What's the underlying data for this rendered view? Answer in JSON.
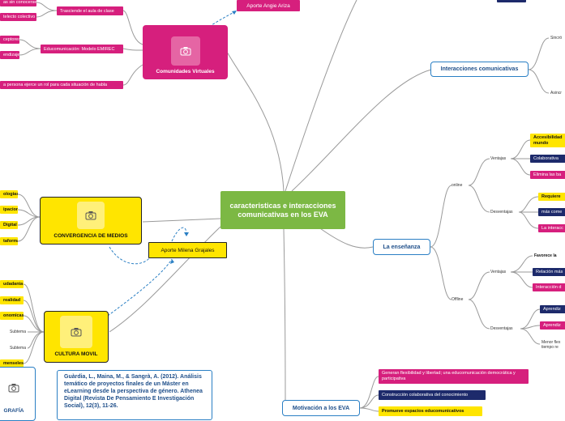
{
  "center": "caracteristicas e interacciones comunicativas en los EVA",
  "comunidades": {
    "title": "Comunidades Virtuales",
    "aporte": "Aporte Angie Ariza",
    "branch1": "Trasciende el aula de clase",
    "branch2": "Educomunicación: Modelo EMIREC",
    "leaf1": "as sin conocerse",
    "leaf2": "telecto colectivo",
    "leaf3": "ceptores",
    "leaf4": "endizaje",
    "leaf5": "a persona ejerce un rol para cada situación de habla"
  },
  "convergencia": {
    "title": "CONVERGENCIA DE MEDIOS",
    "aporte": "Aporte Milena Grajales",
    "leaf1": "ologias",
    "leaf2": "ipacion",
    "leaf3": "Digital",
    "leaf4": "taforma"
  },
  "cultura": {
    "title": "CULTURA MOVIL",
    "leaf1": "udadania",
    "leaf2": "realidad",
    "leaf3": "onomicas",
    "leaf4": "Subtema",
    "leaf5": "Subtema",
    "leaf6": "menseles"
  },
  "bibliografia": {
    "title": "GRAFÍA",
    "reference": "Guàrdia, L., Maina, M., & Sangrà, A. (2012). Análisis temático de proyectos finales de un Máster en eLearning desde la perspectiva de género. Athenea Digital (Revista De Pensamiento E Investigación Social), 12(3), 11-26."
  },
  "interacciones": {
    "title": "Interacciones comunicativas",
    "sub1": "Sincró",
    "sub2": "Asincr"
  },
  "ensenanza": {
    "title": "La enseñanza",
    "online": "online",
    "offline": "Offline",
    "ventajas1": "Ventajas",
    "desventajas1": "Desventajas",
    "ventajas2": "Ventajas",
    "desventajas2": "Desventajas",
    "v1a": "Accesibilidad mundo",
    "v1b": "Colaborativa",
    "v1c": "Elimina las ba",
    "d1a": "Requiere",
    "d1b": "más come",
    "d1c": "La interacc",
    "v2a": "Favorece la",
    "v2b": "Relación más",
    "v2c": "Interacción d",
    "d2a": "Aprendiz",
    "d2b": "Aprendiz",
    "d2c": "Menor flex tiempo re"
  },
  "motivacion": {
    "title": "Motivación a los EVA",
    "m1": "Generan flexibilidad y libertad; una educomunicación democrática y participativa",
    "m2": "Construcción colaborativa del conocimiento",
    "m3": "Promueve espacios educomunicativos"
  },
  "colors": {
    "green": "#7cb844",
    "magenta": "#d61f7d",
    "yellow": "#ffe500",
    "navy": "#1d2a6b",
    "blue": "#2a7fc4"
  }
}
